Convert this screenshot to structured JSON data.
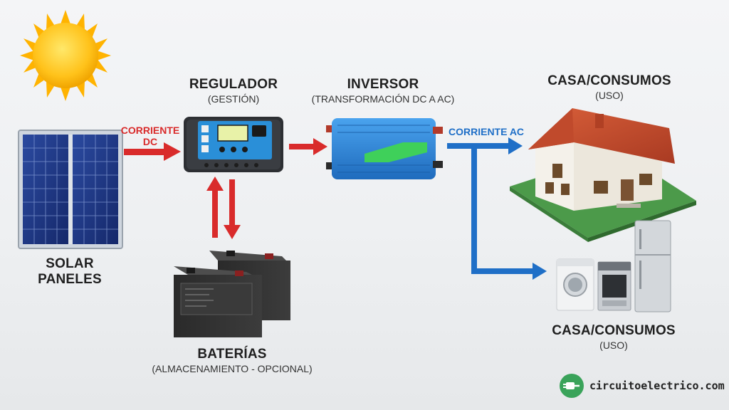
{
  "labels": {
    "solar_line1": "SOLAR",
    "solar_line2": "PANELES",
    "regulador_title": "REGULADOR",
    "regulador_sub": "(GESTIÓN)",
    "inversor_title": "INVERSOR",
    "inversor_sub": "(TRANSFORMACIÓN DC A AC)",
    "casa_top_title": "CASA/CONSUMOS",
    "casa_top_sub": "(USO)",
    "casa_bottom_title": "CASA/CONSUMOS",
    "casa_bottom_sub": "(USO)",
    "baterias_title": "BATERÍAS",
    "baterias_sub": "(ALMACENAMIENTO - OPCIONAL)"
  },
  "flows": {
    "dc_line1": "CORRIENTE",
    "dc_line2": "DC",
    "ac": "CORRIENTE AC"
  },
  "brand": {
    "text": "circuitoelectrico.com"
  },
  "colors": {
    "dc_arrow": "#d92b2b",
    "ac_arrow": "#1f6fc7",
    "regulator_screen": "#2a8fd8",
    "inverter_body": "#2f86d6",
    "brand_green": "#3aa35a"
  }
}
